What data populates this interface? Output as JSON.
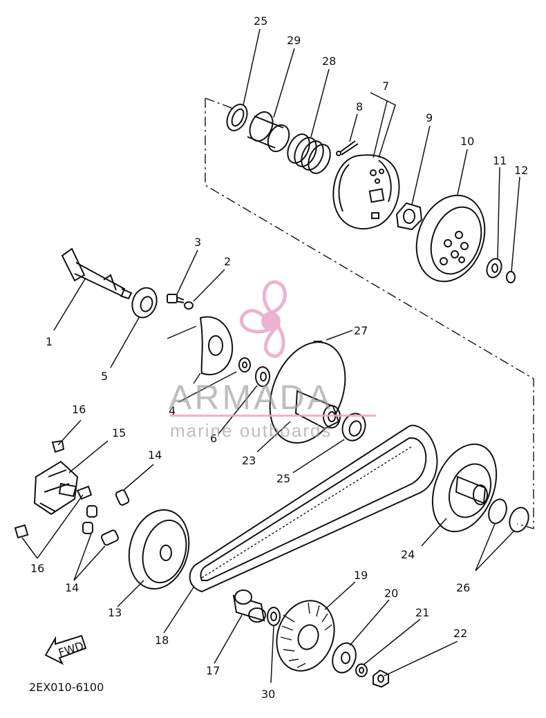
{
  "diagram": {
    "drawing_code": "2EX010-6100",
    "fwd_label": "FWD",
    "labels": [
      "1",
      "2",
      "3",
      "4",
      "5",
      "6",
      "7",
      "8",
      "9",
      "10",
      "11",
      "12",
      "13",
      "14",
      "14",
      "15",
      "16",
      "16",
      "17",
      "18",
      "19",
      "20",
      "21",
      "22",
      "23",
      "24",
      "25",
      "25",
      "26",
      "27",
      "28",
      "29",
      "30"
    ]
  },
  "watermark": {
    "brand": "ARMADA",
    "tagline": "marine outboards",
    "color": "#e9a6c6"
  }
}
